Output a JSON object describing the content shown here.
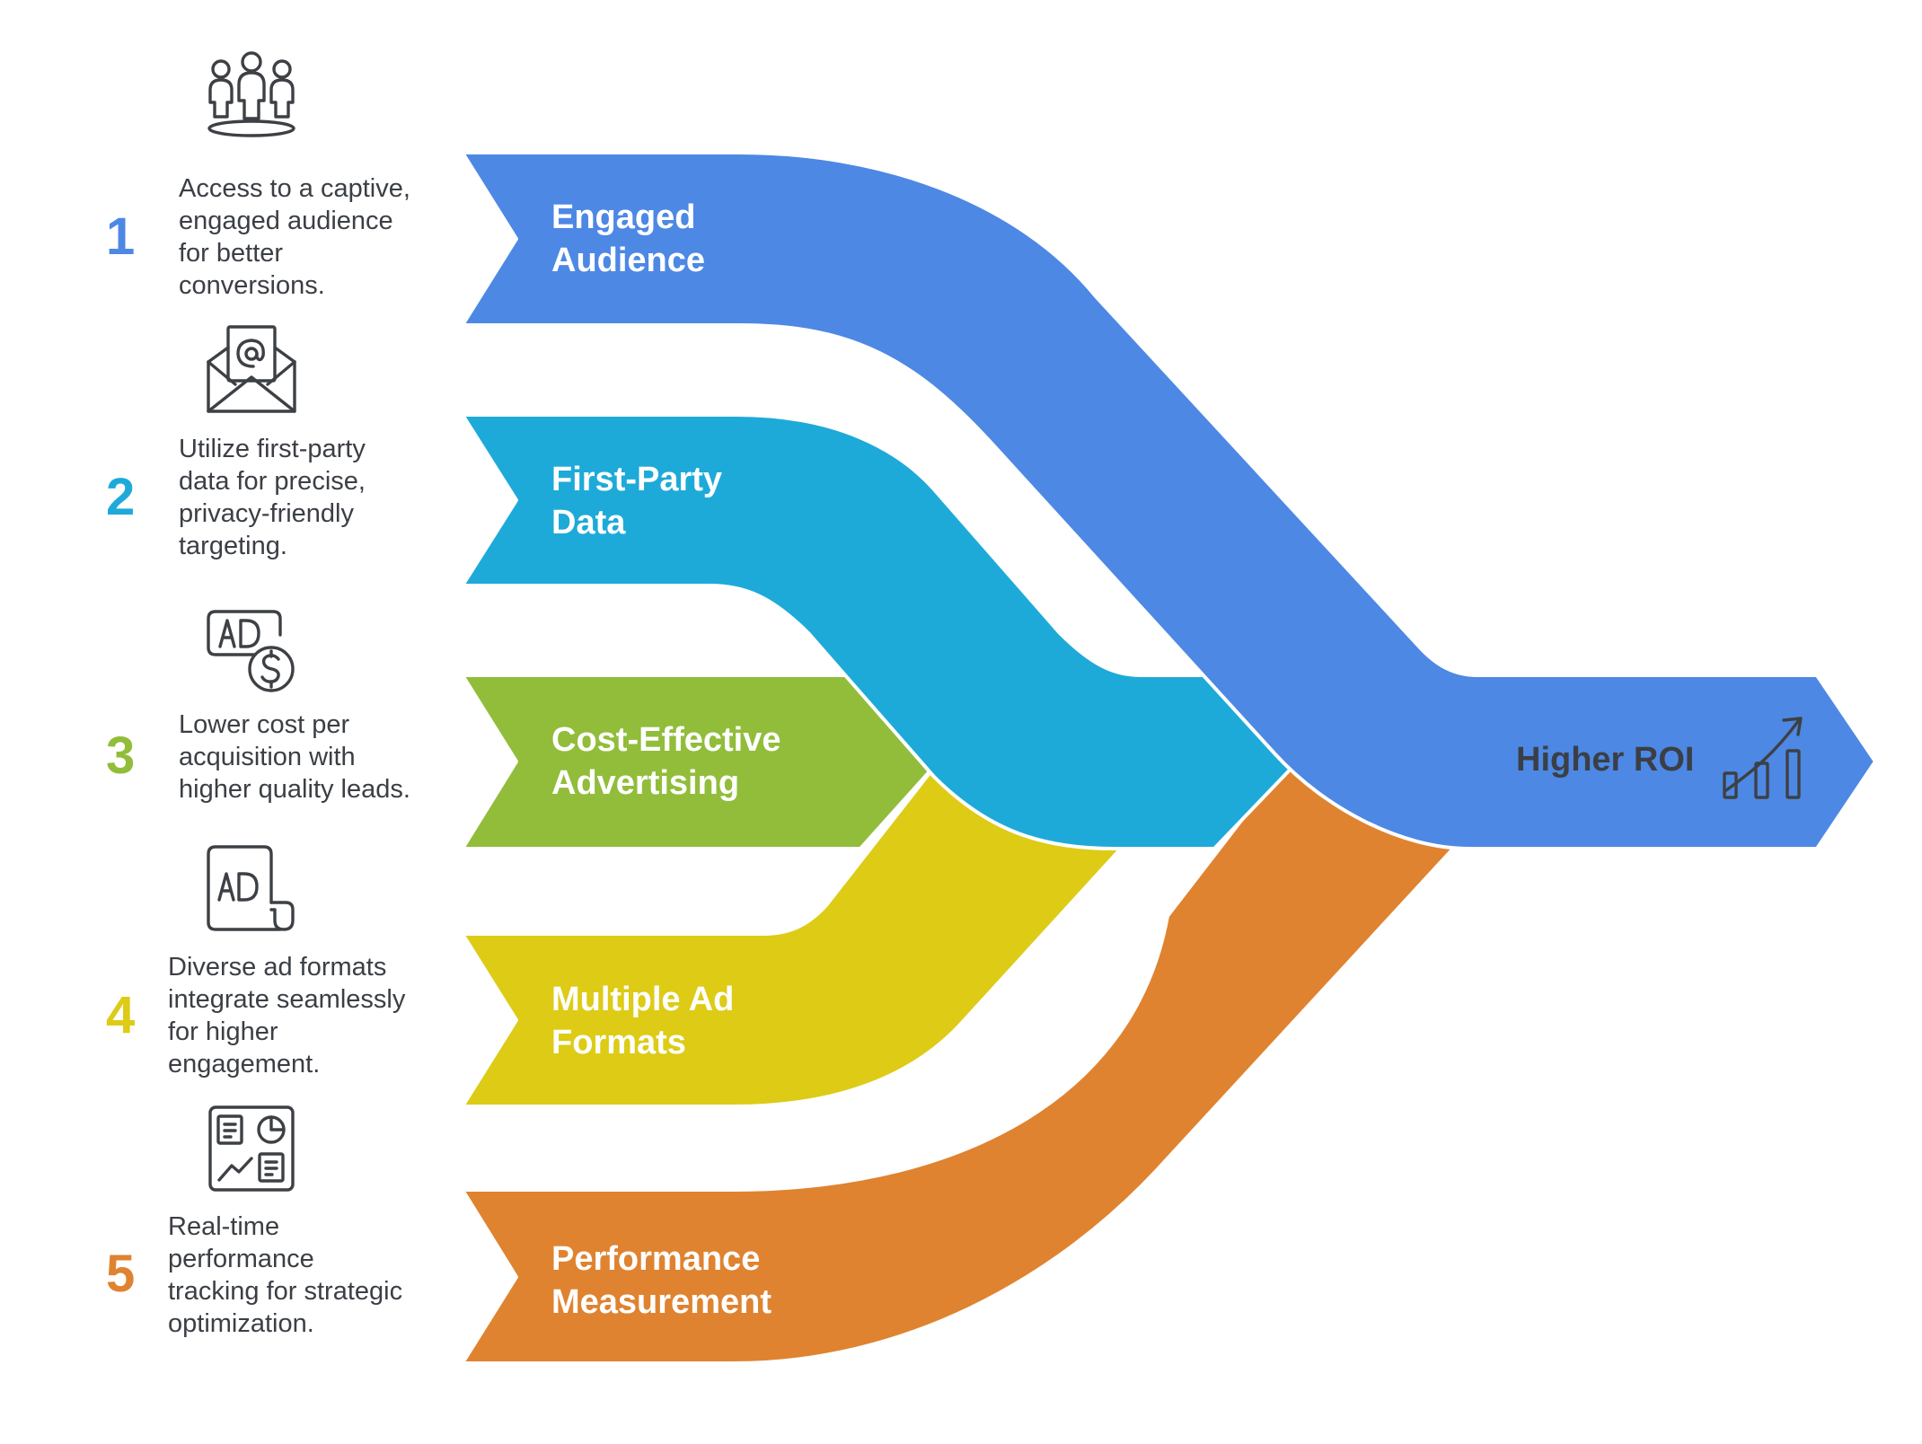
{
  "colors": {
    "stage1": "#4d88e4",
    "stage2": "#1eaad9",
    "stage3": "#91bd3b",
    "stage4": "#ddcb16",
    "stage5": "#df8330",
    "text_dark": "#3b3f45"
  },
  "stages": [
    {
      "number": "1",
      "title_lines": [
        "Engaged",
        "Audience"
      ],
      "description_lines": [
        "Access to a captive,",
        "engaged audience",
        "for better",
        "conversions."
      ],
      "icon": "people-group-icon",
      "color": "#4d88e4"
    },
    {
      "number": "2",
      "title_lines": [
        "First-Party",
        "Data"
      ],
      "description_lines": [
        "Utilize first-party",
        "data for precise,",
        "privacy-friendly",
        "targeting."
      ],
      "icon": "email-at-envelope-icon",
      "color": "#1eaad9"
    },
    {
      "number": "3",
      "title_lines": [
        "Cost-Effective",
        "Advertising"
      ],
      "description_lines": [
        "Lower cost per",
        "acquisition with",
        "higher quality leads."
      ],
      "icon": "ad-dollar-icon",
      "color": "#91bd3b"
    },
    {
      "number": "4",
      "title_lines": [
        "Multiple Ad",
        "Formats"
      ],
      "description_lines": [
        "Diverse ad formats",
        "integrate seamlessly",
        "for higher",
        "engagement."
      ],
      "icon": "ad-document-icon",
      "color": "#ddcb16"
    },
    {
      "number": "5",
      "title_lines": [
        "Performance",
        "Measurement"
      ],
      "description_lines": [
        "Real-time",
        "performance",
        "tracking for strategic",
        "optimization."
      ],
      "icon": "analytics-dashboard-icon",
      "color": "#df8330"
    }
  ],
  "result": {
    "label": "Higher ROI",
    "icon": "growth-chart-icon"
  }
}
